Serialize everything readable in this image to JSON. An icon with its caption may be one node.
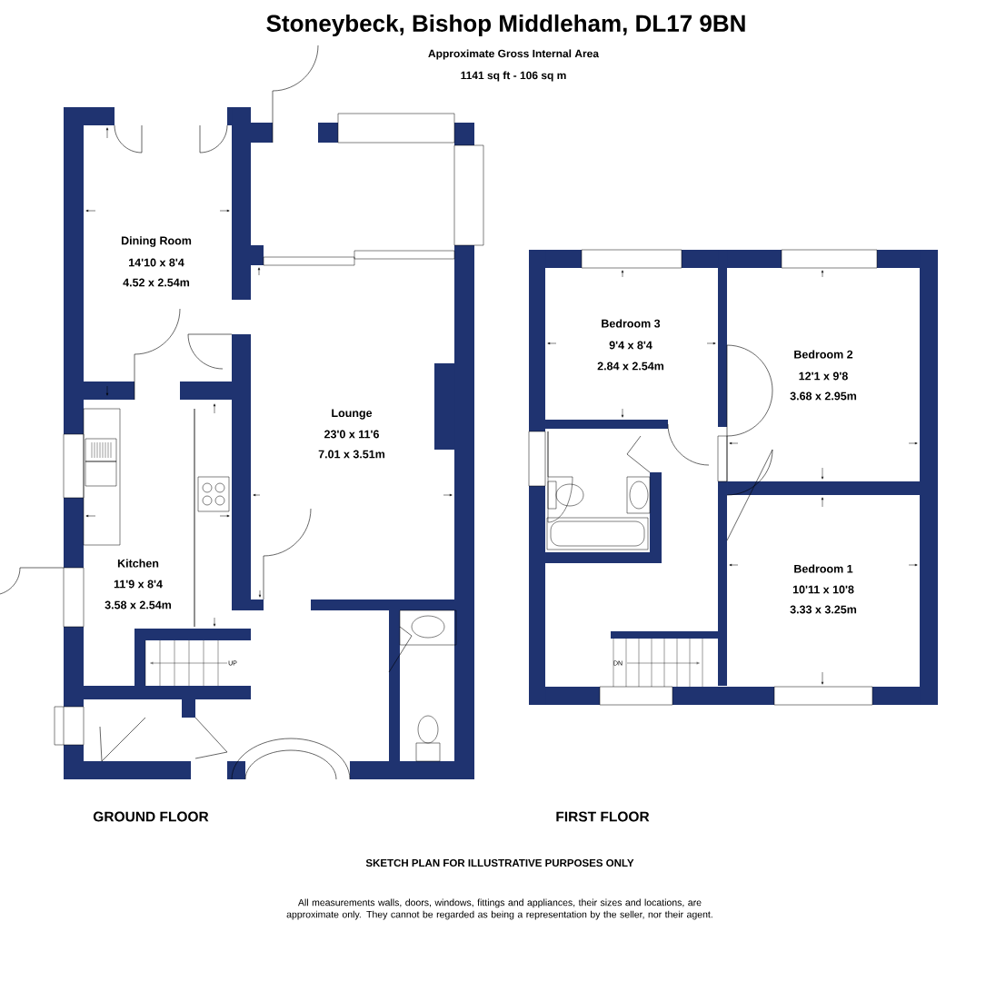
{
  "diagram": {
    "title": "Stoneybeck, Bishop Middleham, DL17 9BN",
    "labels": [
      "Approximate Gross Internal Area",
      "1141 sq ft - 106 sq m",
      "Dining Room",
      "14'10 x 8'4",
      "4.52 x 2.54m",
      "Lounge",
      "23'0 x 11'6",
      "7.01 x 3.51m",
      "Kitchen",
      "11'9 x 8'4",
      "3.58 x 2.54m",
      "UP",
      "Bedroom 3",
      "9'4 x 8'4",
      "2.84 x 2.54m",
      "Bedroom 2",
      "12'1 x 9'8",
      "3.68 x 2.95m",
      "Bedroom 1",
      "10'11 x 10'8",
      "3.33 x 3.25m",
      "DN",
      "GROUND FLOOR",
      "FIRST FLOOR",
      "SKETCH PLAN FOR ILLUSTRATIVE PURPOSES ONLY",
      "All measurements walls, doors, windows, fittings and appliances, their sizes and locations, are approximate only. They cannot be regarded as being a representation by the seller, nor their agent."
    ]
  }
}
